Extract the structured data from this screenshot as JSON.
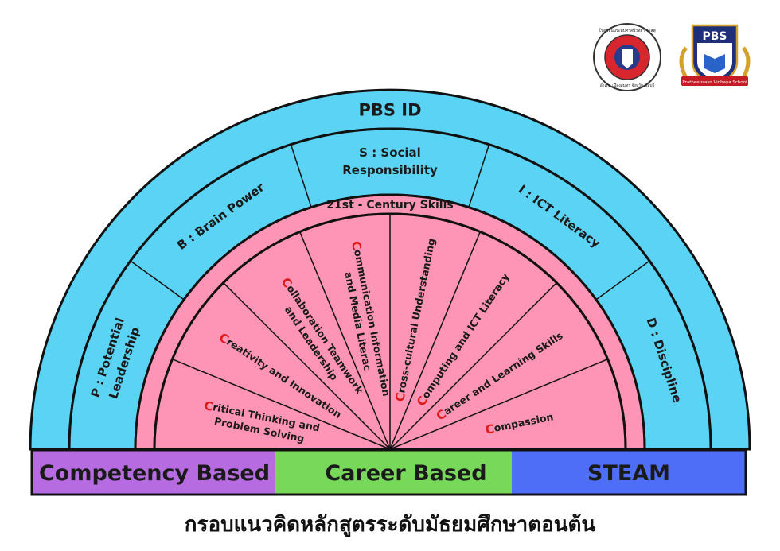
{
  "colors": {
    "outer_ring": "#5bd3f4",
    "pink": "#ff95b6",
    "stroke": "#111111",
    "competency": "#b66be0",
    "career": "#78d85a",
    "steam": "#4f6ef7",
    "accent_red": "#e01919"
  },
  "logos": {
    "left": {
      "top_text": "โรงเรียนประทีปศาสน์วิทยา จรัสพุ",
      "bottom_text": "อำเภอ เมืองสมุทร จังหวัด ชลบุรี"
    },
    "right": {
      "badge_text": "PBS",
      "ribbon_text": "Pratheepsasn Vidhaya School"
    }
  },
  "ring_title": "PBS ID",
  "pbs_segments": [
    {
      "lines": [
        "P : Potential",
        "Leadership"
      ]
    },
    {
      "lines": [
        "B : Brain Power"
      ]
    },
    {
      "lines": [
        "S : Social",
        "Responsibility"
      ]
    },
    {
      "lines": [
        "I : ICT Literacy"
      ]
    },
    {
      "lines": [
        "D : Discipline"
      ]
    }
  ],
  "century_title": "21st -  Century  Skills",
  "skills": [
    {
      "lead": "C",
      "lines": [
        "ritical Thinking and",
        "Problem Solving"
      ]
    },
    {
      "lead": "C",
      "lines": [
        "reativity and Innovation"
      ]
    },
    {
      "lead": "C",
      "lines": [
        "ollaboration Teamwork",
        "and Leadership"
      ]
    },
    {
      "lead": "C",
      "lines": [
        "ommunication  Information",
        "and Media Literac"
      ]
    },
    {
      "lead": "C",
      "lines": [
        "ross-cultural Understanding"
      ]
    },
    {
      "lead": "C",
      "lines": [
        "omputing and ICT Literacy"
      ]
    },
    {
      "lead": "C",
      "lines": [
        "areer and Learning Skills"
      ]
    },
    {
      "lead": "C",
      "lines": [
        "ompassion"
      ]
    }
  ],
  "base_bar": {
    "competency": "Competency Based",
    "career": "Career Based",
    "steam": "STEAM"
  },
  "caption": "กรอบแนวคิดหลักสูตรระดับมัธยมศึกษาตอนต้น"
}
